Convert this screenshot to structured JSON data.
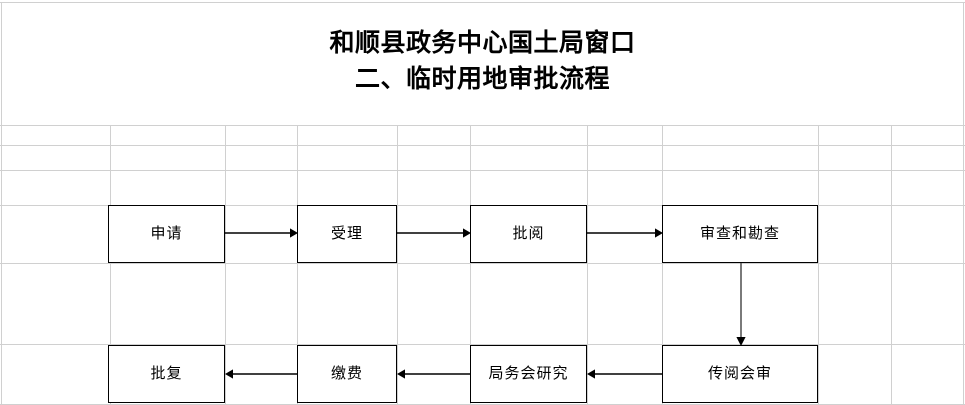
{
  "document": {
    "title_lines": [
      "和顺县政务中心国土局窗口",
      "二、临时用地审批流程"
    ]
  },
  "colors": {
    "gridline": "#d0d0d0",
    "box_border": "#000000",
    "text": "#000000",
    "arrow_horizontal": "#000000",
    "arrow_vertical": "#595959",
    "background": "#ffffff"
  },
  "flowchart": {
    "type": "process-flow",
    "row1": [
      {
        "id": "apply",
        "label": "申请"
      },
      {
        "id": "accept",
        "label": "受理"
      },
      {
        "id": "review",
        "label": "批阅"
      },
      {
        "id": "examine",
        "label": "审查和勘查"
      }
    ],
    "row2": [
      {
        "id": "reply",
        "label": "批复"
      },
      {
        "id": "payment",
        "label": "缴费"
      },
      {
        "id": "meeting",
        "label": "局务会研究"
      },
      {
        "id": "circulate",
        "label": "传阅会审"
      }
    ],
    "connectors": [
      {
        "from": "apply",
        "to": "accept",
        "direction": "right"
      },
      {
        "from": "accept",
        "to": "review",
        "direction": "right"
      },
      {
        "from": "review",
        "to": "examine",
        "direction": "right"
      },
      {
        "from": "examine",
        "to": "circulate",
        "direction": "down"
      },
      {
        "from": "circulate",
        "to": "meeting",
        "direction": "left"
      },
      {
        "from": "meeting",
        "to": "payment",
        "direction": "left"
      },
      {
        "from": "payment",
        "to": "reply",
        "direction": "left"
      }
    ]
  },
  "grid": {
    "h_lines": [
      2,
      125,
      145,
      170,
      205,
      263,
      344,
      404
    ],
    "v_lines": [
      1,
      110,
      225,
      297,
      397,
      470,
      587,
      662,
      818,
      891
    ]
  }
}
